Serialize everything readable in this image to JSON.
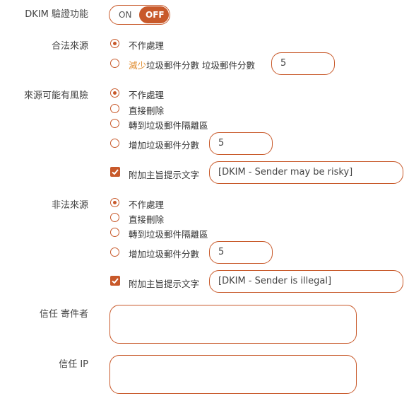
{
  "dkim": {
    "label": "DKIM 驗證功能",
    "toggle_on": "ON",
    "toggle_off": "OFF"
  },
  "legit": {
    "label": "合法來源",
    "opt1": "不作處理",
    "opt2_prefix": "減少",
    "opt2_suffix": "垃圾郵件分數 垃圾郵件分數",
    "score": "5"
  },
  "risky": {
    "label": "來源可能有風險",
    "opt1": "不作處理",
    "opt2": "直接刪除",
    "opt3": "轉到垃圾郵件隔離區",
    "opt4": "增加垃圾郵件分數",
    "score": "5",
    "subject_label": "附加主旨提示文字",
    "subject_value": "[DKIM - Sender may be risky]"
  },
  "illegal": {
    "label": "非法來源",
    "opt1": "不作處理",
    "opt2": "直接刪除",
    "opt3": "轉到垃圾郵件隔離區",
    "opt4": "增加垃圾郵件分數",
    "score": "5",
    "subject_label": "附加主旨提示文字",
    "subject_value": "[DKIM - Sender is illegal]"
  },
  "trust_sender": {
    "label": "信任 寄件者",
    "value": ""
  },
  "trust_ip": {
    "label": "信任 IP",
    "value": ""
  },
  "colors": {
    "accent": "#c8592a",
    "highlight": "#e08a2b"
  }
}
